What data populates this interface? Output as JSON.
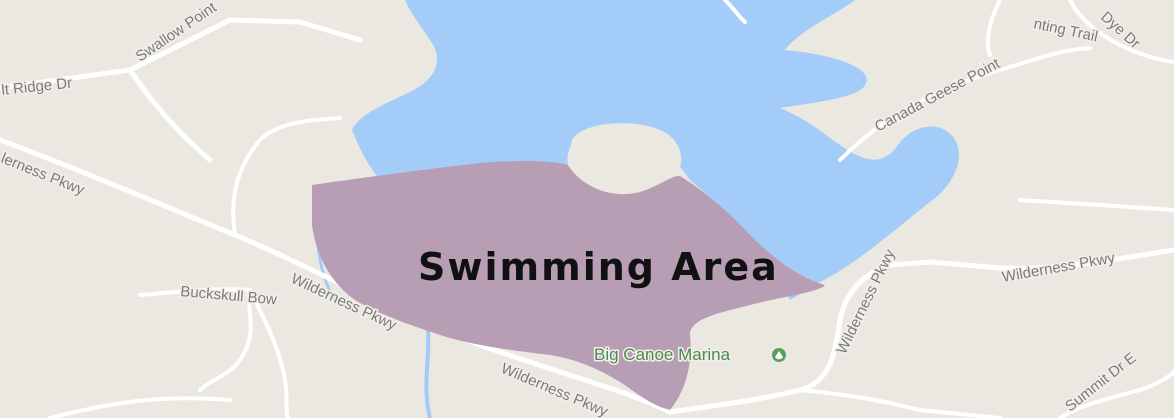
{
  "colors": {
    "land": "#ebe8e1",
    "water": "#a3ccf8",
    "road": "#ffffff",
    "swimming_area": "#b89eb5",
    "marina_icon": "#57a05c"
  },
  "area": {
    "label": "Swimming Area"
  },
  "poi": {
    "marina_label": "Big Canoe Marina",
    "icon": "marina-pin-icon"
  },
  "roads": {
    "swallow_point": "Swallow Point",
    "ridge_dr": "lt Ridge Dr",
    "wilderness_left": "lerness Pkwy",
    "buckskull": "Buckskull Bow",
    "wilderness_1": "Wilderness Pkwy",
    "wilderness_2": "Wilderness Pkwy",
    "wilderness_3": "Wilderness Pkwy",
    "wilderness_4": "Wilderness Pkwy",
    "canada_geese": "Canada Geese Point",
    "hunting_trail": "nting Trail",
    "dye_dr": "Dye Dr",
    "summit_dr": "Summit Dr E"
  }
}
